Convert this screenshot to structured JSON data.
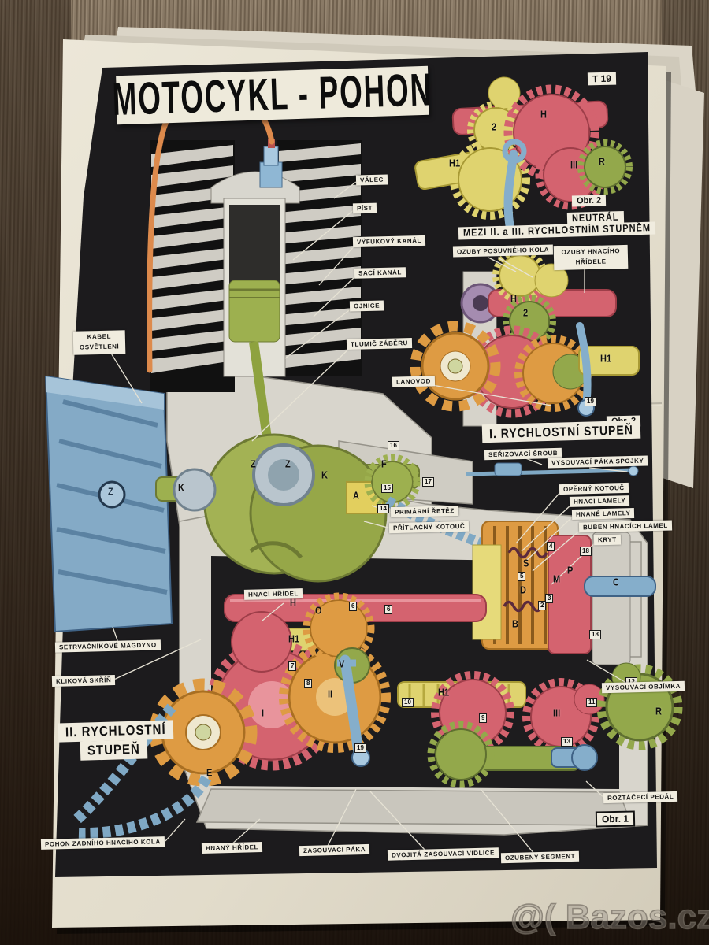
{
  "poster": {
    "title": "MOTOCYKL - POHON",
    "plate_code": "T 19",
    "watermark": "@( Bazos.cz",
    "figures": {
      "fig1": "Obr. 1",
      "fig2": "Obr. 2",
      "fig3": "Obr. 3"
    },
    "headings": {
      "neutral": "NEUTRÁL",
      "neutral_sub": "MEZI II. a III. RYCHLOSTNÍM STUPNĚM",
      "first_gear": "I. RYCHLOSTNÍ STUPEŇ",
      "second_gear_l1": "II. RYCHLOSTNÍ",
      "second_gear_l2": "STUPEŇ"
    },
    "labels": {
      "valec": "VÁLEC",
      "pist": "PÍST",
      "vyfukovy_kanal": "VÝFUKOVÝ KANÁL",
      "saci_kanal": "SACÍ KANÁL",
      "ojnice": "OJNICE",
      "tlumic_zaberu": "TLUMIČ ZÁBĚRU",
      "lanovod": "LANOVOD",
      "kabel_osvetleni": "KABEL OSVĚTLENÍ",
      "ozuby_posuvneho_kola": "OZUBY POSUVNÉHO KOLA",
      "ozuby_hnaciho_hridele": "OZUBY HNACÍHO HŘÍDELE",
      "serizovaci_sroub": "SEŘIZOVACÍ ŠROUB",
      "vysouvaci_paka_spojky": "VYSOUVACÍ PÁKA SPOJKY",
      "operny_kotouc": "OPĚRNÝ KOTOUČ",
      "hnaci_lamely": "HNACÍ LAMELY",
      "hnane_lamely": "HNANÉ LAMELY",
      "buben_hnacich_lamel": "BUBEN HNACÍCH LAMEL",
      "kryt": "KRYT",
      "primarni_retez": "PRIMÁRNÍ ŘETĚZ",
      "pritlacny_kotouc": "PŘÍTLAČNÝ KOTOUČ",
      "hnaci_hridel": "HNACÍ HŘÍDEL",
      "setrvacnikove_magdyno": "SETRVAČNÍKOVÉ MAGDYNO",
      "klikova_skrin": "KLIKOVÁ SKŘÍŇ",
      "vysouvaci_objimka": "VYSOUVACÍ OBJÍMKA",
      "roztaceci_pedal": "ROZTÁČECÍ PEDÁL",
      "pohon_zadniho": "POHON ZADNÍHO HNACÍHO KOLA",
      "hnany_hridel": "HNANÝ HŘÍDEL",
      "zasouvaci_paka": "ZASOUVACÍ PÁKA",
      "dvojita_vidlice": "DVOJITÁ ZASOUVACÍ VIDLICE",
      "ozubeny_segment": "OZUBENÝ SEGMENT"
    },
    "marks": [
      "Z",
      "Z",
      "K",
      "K",
      "H",
      "O",
      "H1",
      "II",
      "I",
      "H1",
      "III",
      "R",
      "V",
      "A",
      "F",
      "C",
      "S",
      "D",
      "M",
      "P",
      "B",
      "E",
      "H",
      "2",
      "H1",
      "H1",
      "2",
      "H",
      "III",
      "R",
      "Z"
    ],
    "badges": [
      "16",
      "17",
      "15",
      "14",
      "18",
      "18",
      "19",
      "13",
      "10",
      "9",
      "11",
      "12",
      "7",
      "8",
      "6",
      "6",
      "4",
      "19",
      "5",
      "3",
      "2"
    ],
    "colors": {
      "poster_black": "#1c1b1d",
      "paper": "#e9e4d5",
      "gear_pink": "#d4636f",
      "gear_orange": "#de9b43",
      "gear_yellow": "#dfd36f",
      "gear_green": "#93a84b",
      "crank_green": "#9db04f",
      "metal_blue": "#85aecb",
      "cable_orange": "#dd8a4c"
    }
  }
}
